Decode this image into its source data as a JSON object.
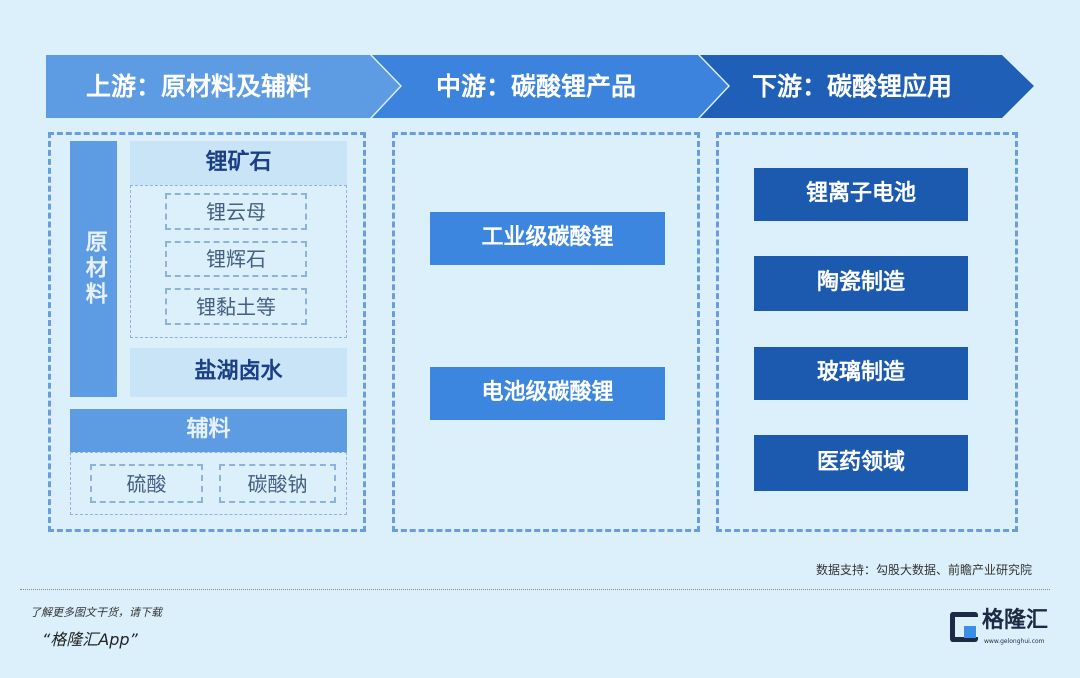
{
  "headers": [
    "上游：原材料及辅料",
    "中游：碳酸锂产品",
    "下游：碳酸锂应用"
  ],
  "upstream": {
    "raw_label": "原材料",
    "ore": "锂矿石",
    "ore_items": [
      "锂云母",
      "锂辉石",
      "锂黏土等"
    ],
    "brine": "盐湖卤水",
    "aux": "辅料",
    "aux_items": [
      "硫酸",
      "碳酸钠"
    ]
  },
  "midstream": [
    "工业级碳酸锂",
    "电池级碳酸锂"
  ],
  "downstream": [
    "锂离子电池",
    "陶瓷制造",
    "玻璃制造",
    "医药领域"
  ],
  "source": "数据支持：勾股大数据、前瞻产业研究院",
  "footer": {
    "line1": "了解更多图文干货，请下载",
    "line2": "“格隆汇App”",
    "logo": "格隆汇",
    "logo_url": "www.gelonghui.com"
  },
  "colors": {
    "h1": "#5d9be2",
    "h2": "#3b83dc",
    "h3": "#1f5fb8"
  }
}
